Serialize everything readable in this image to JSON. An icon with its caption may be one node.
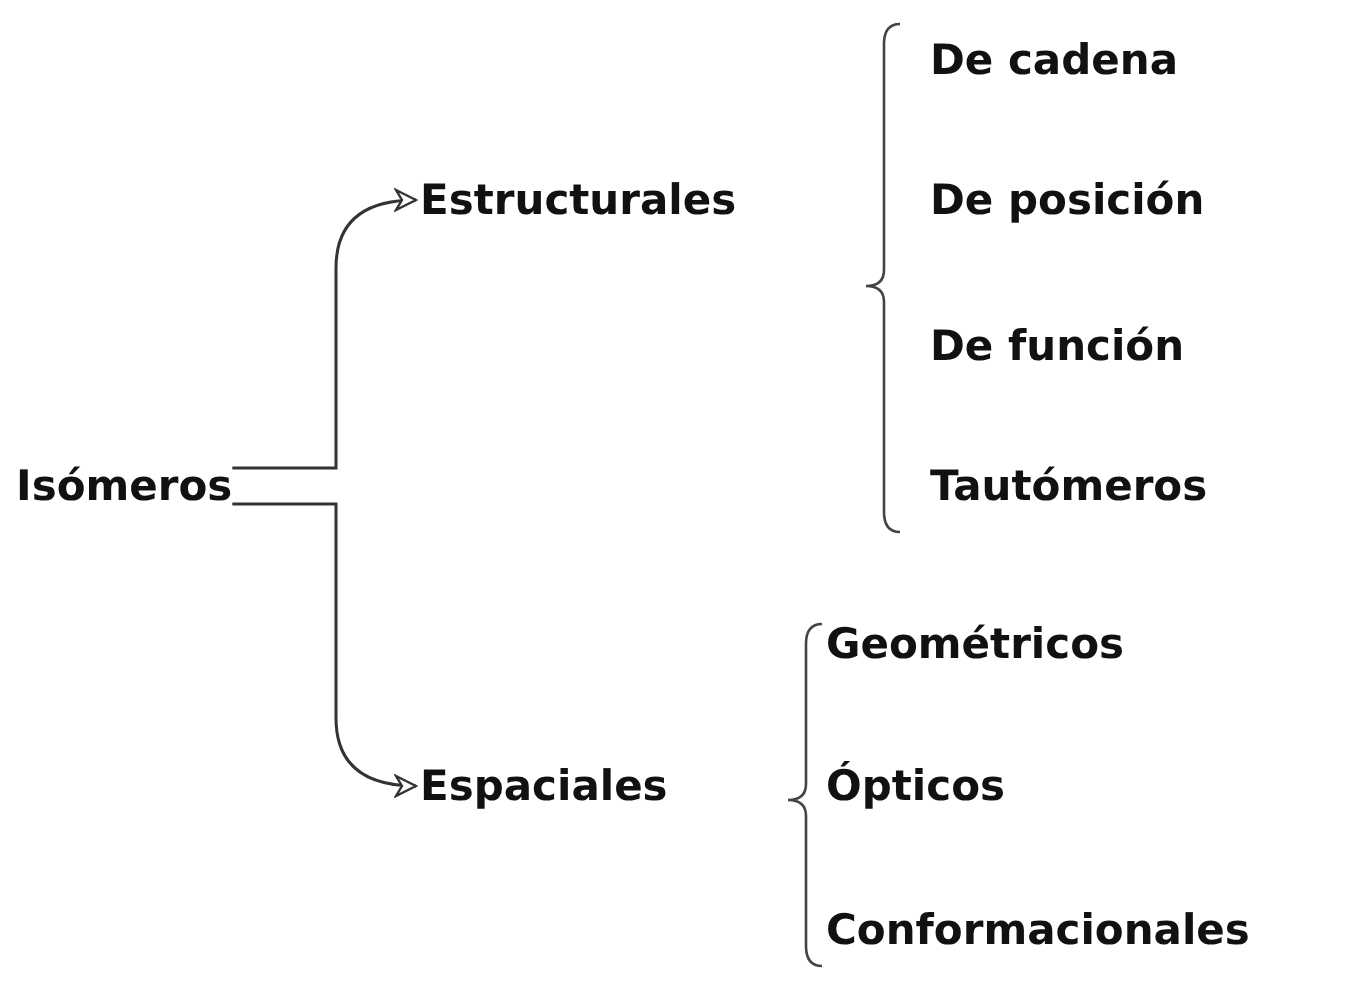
{
  "diagram": {
    "nodes": [
      {
        "text": [
          "Isómeros"
        ]
      },
      {
        "text": [
          "Estructurales"
        ]
      },
      {
        "text": [
          "Espaciales"
        ]
      },
      {
        "text": [
          "De cadena"
        ]
      },
      {
        "text": [
          "De posición"
        ]
      },
      {
        "text": [
          "De función"
        ]
      },
      {
        "text": [
          "Tautómeros"
        ]
      },
      {
        "text": [
          "Geométricos"
        ]
      },
      {
        "text": [
          "Ópticos"
        ]
      },
      {
        "text": [
          "Conformacionales"
        ]
      }
    ],
    "edges": [
      {
        "from": 0,
        "to": 1,
        "arrow": "to"
      },
      {
        "from": 0,
        "to": 2,
        "arrow": "to"
      }
    ]
  }
}
